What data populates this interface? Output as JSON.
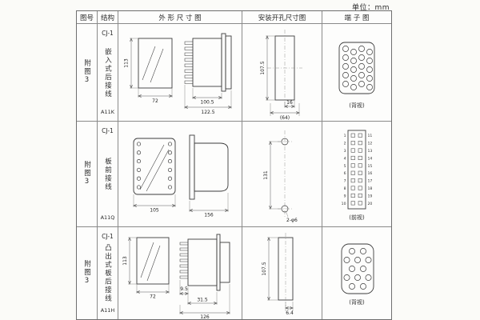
{
  "page": {
    "unit_label": "单位：mm"
  },
  "table": {
    "headers": {
      "fig": "图号",
      "structure": "结构",
      "outline": "外 形 尺 寸 图",
      "install": "安装开孔尺寸图",
      "terminal": "端 子 图"
    },
    "rows": [
      {
        "fig": "附图3",
        "model": "CJ-1",
        "structure": "嵌入式后接线",
        "code": "A11K",
        "outline": {
          "height": "113",
          "width": "72",
          "body": "100.5",
          "total": "122.5"
        },
        "install": {
          "height": "107.5",
          "w1": "16",
          "w2": "(64)"
        },
        "terminal": {
          "view": "(背视)"
        }
      },
      {
        "fig": "附图3",
        "model": "CJ-1",
        "structure": "板前接线",
        "code": "A11Q",
        "outline": {
          "width": "105",
          "total": "156"
        },
        "install": {
          "height": "131",
          "holes": "2-φ6"
        },
        "terminal": {
          "view": "(前视)",
          "left": [
            "1",
            "2",
            "3",
            "4",
            "5",
            "6",
            "7",
            "8",
            "9",
            "10"
          ],
          "right": [
            "11",
            "12",
            "13",
            "14",
            "15",
            "16",
            "17",
            "18",
            "19",
            "20"
          ]
        }
      },
      {
        "fig": "附图3",
        "model": "CJ-1",
        "structure": "凸出式板后接线",
        "code": "A11H",
        "outline": {
          "height": "113",
          "width": "72",
          "pins": "9.5",
          "mid": "31.5",
          "total": "126"
        },
        "install": {
          "height": "107.5",
          "w1": "6.4"
        },
        "terminal": {
          "view": "(背视)"
        }
      }
    ]
  }
}
